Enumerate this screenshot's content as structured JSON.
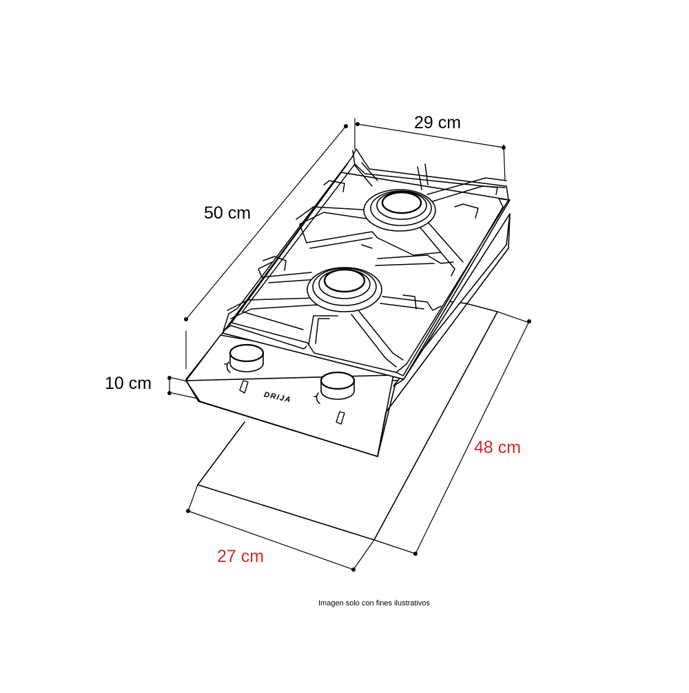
{
  "dimensions": {
    "width_top": "29 cm",
    "depth_top": "50 cm",
    "height": "10 cm",
    "cutout_depth": "48 cm",
    "cutout_width": "27 cm"
  },
  "brand": "DRIJA",
  "caption": "Imagen solo con fines ilustrativos",
  "colors": {
    "line": "#000000",
    "cutout_dimension": "#d42a20",
    "product_dimension": "#000000",
    "background": "#ffffff"
  }
}
